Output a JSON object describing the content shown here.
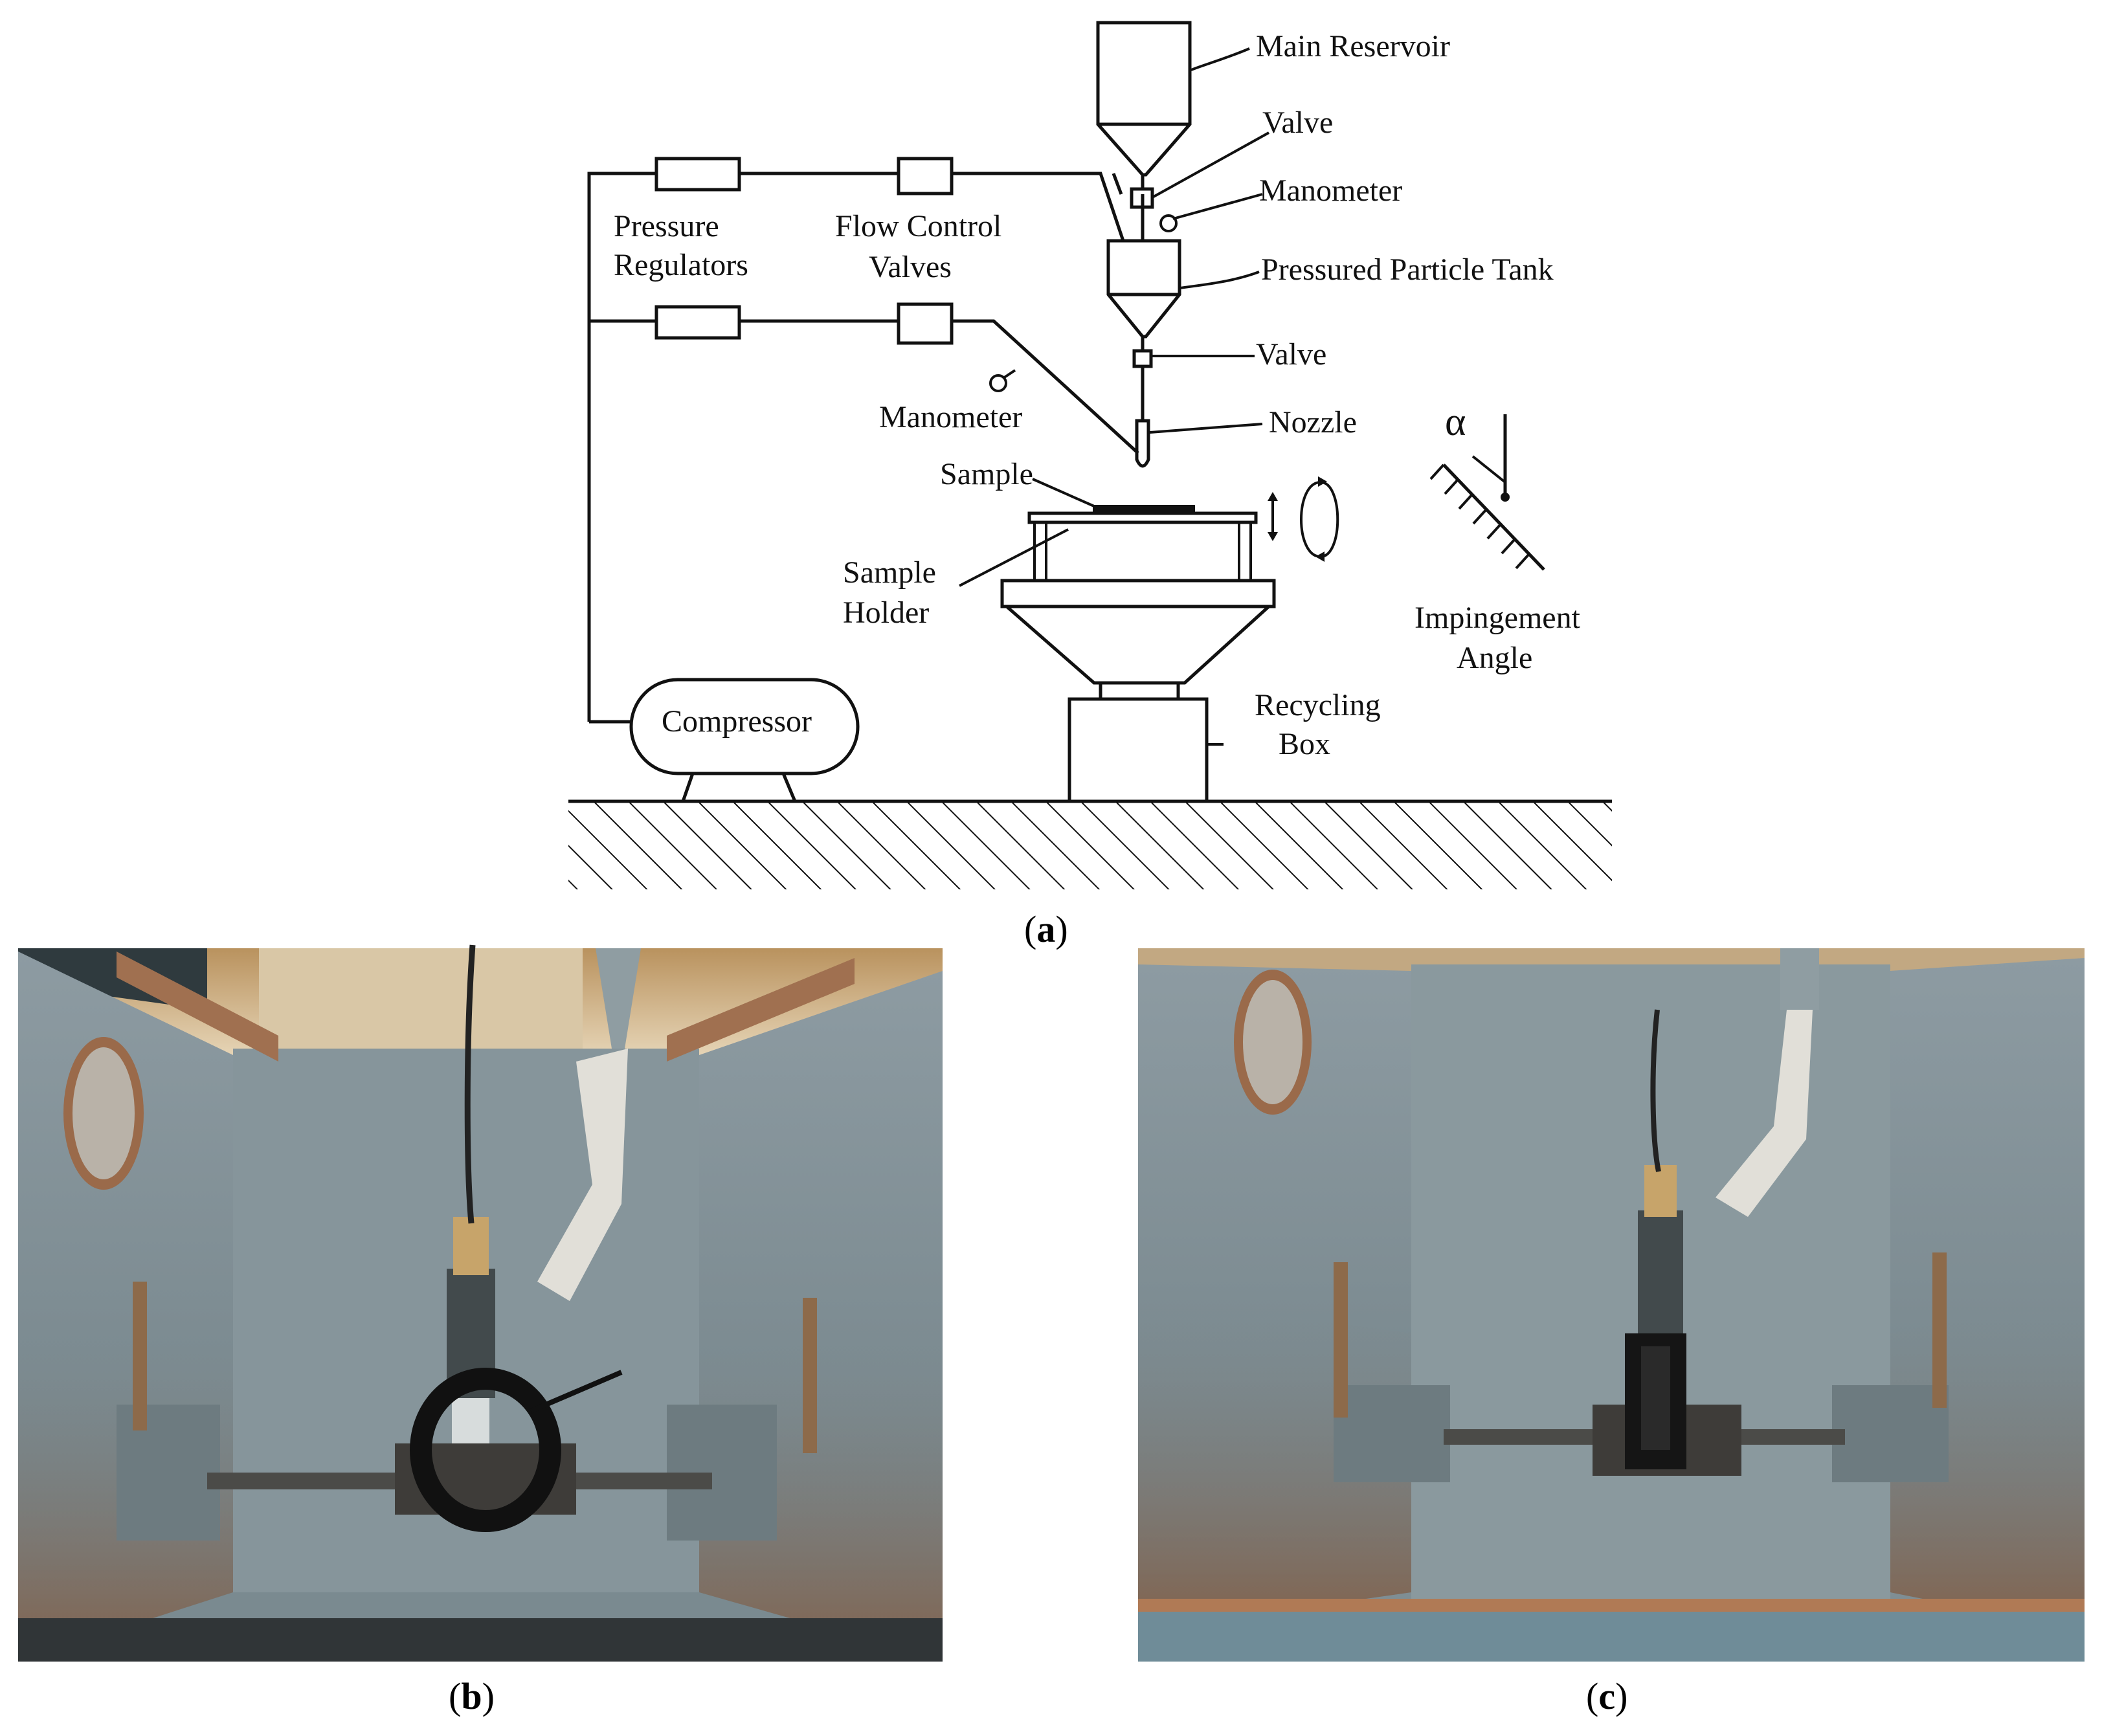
{
  "diagram": {
    "labels": {
      "main_reservoir": "Main Reservoir",
      "valve_top": "Valve",
      "manometer_top": "Manometer",
      "pressured_particle_tank": "Pressured Particle Tank",
      "valve_bottom": "Valve",
      "nozzle": "Nozzle",
      "manometer_left": "Manometer",
      "pressure_regulators_1": "Pressure",
      "pressure_regulators_2": "Regulators",
      "flow_control_valves_1": "Flow Control",
      "flow_control_valves_2": "Valves",
      "sample": "Sample",
      "sample_holder_1": "Sample",
      "sample_holder_2": "Holder",
      "compressor": "Compressor",
      "recycling_box_1": "Recycling",
      "recycling_box_2": "Box",
      "alpha": "α",
      "impingement_angle_1": "Impingement",
      "impingement_angle_2": "Angle"
    },
    "caption": {
      "open": "(",
      "letter": "a",
      "close": ")"
    }
  },
  "photos": [
    {
      "caption": {
        "open": "(",
        "letter": "b",
        "close": ")"
      },
      "description_icon": "erosion-rig-photo-cylindrical-sample"
    },
    {
      "caption": {
        "open": "(",
        "letter": "c",
        "close": ")"
      },
      "description_icon": "erosion-rig-photo-flat-sample"
    }
  ],
  "colors": {
    "line": "#111111",
    "wall": "#7f8e94",
    "rust": "#8a5a3a",
    "sample_black": "#151515"
  }
}
